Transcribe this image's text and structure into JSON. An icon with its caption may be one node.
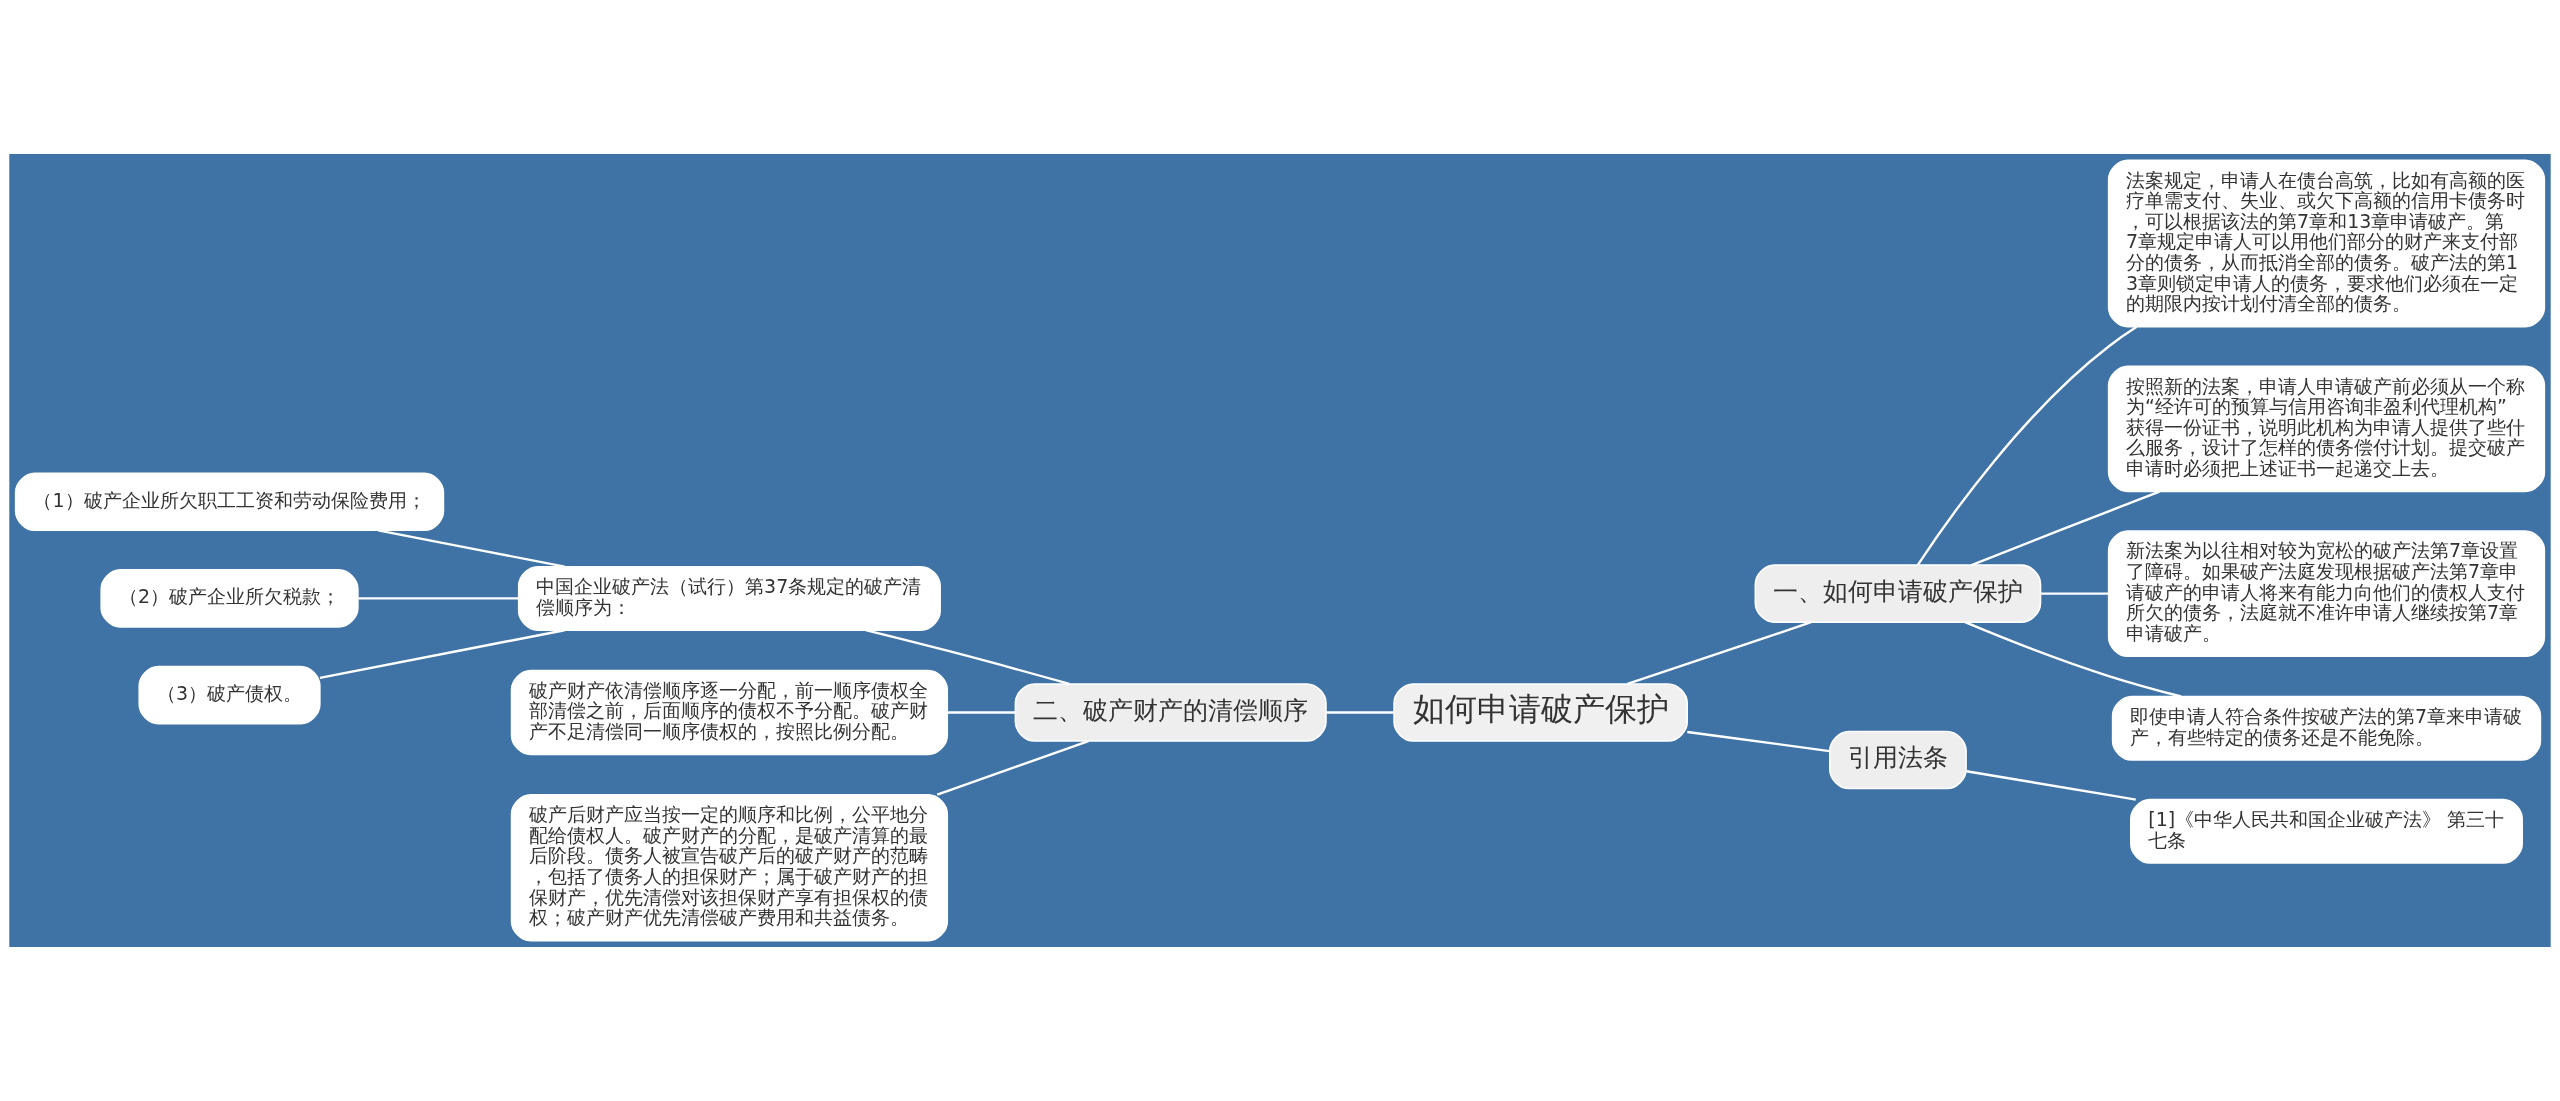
{
  "diagram": {
    "nodes": [
      {
        "text": [
          "如何申请破产保护"
        ]
      },
      {
        "text": [
          "一、如何申请破产保护"
        ]
      },
      {
        "text": [
          "法案规定，申请人在债台高筑，比如有高额的医疗单需支付、失业、或欠下高额的信用卡债务时，可以根据该法的第7章和13章申请破产。第7章规定申请人可以用他们部分的财产来支付部分的债务，从而抵消全部的债务。破产法的第13章则锁定申请人的债务，要求他们必须在一定的期限内按计划付清全部的债务。"
        ]
      },
      {
        "text": [
          "按照新的法案，申请人申请破产前必须从一个称为“经许可的预算与信用咨询非盈利代理机构”获得一份证书，说明此机构为申请人提供了些什么服务，设计了怎样的债务偿付计划。提交破产申请时必须把上述证书一起递交上去。"
        ]
      },
      {
        "text": [
          "新法案为以往相对较为宽松的破产法第7章设置了障碍。如果破产法庭发现根据破产法第7章申请破产的申请人将来有能力向他们的债权人支付所欠的债务，法庭就不准许申请人继续按第7章申请破产。"
        ]
      },
      {
        "text": [
          "即使申请人符合条件按破产法的第7章来申请破产，有些特定的债务还是不能免除。"
        ]
      },
      {
        "text": [
          "引用法条"
        ]
      },
      {
        "text": [
          "[1]《中华人民共和国企业破产法》 第三十七条"
        ]
      },
      {
        "text": [
          "二、破产财产的清偿顺序"
        ]
      },
      {
        "text": [
          "中国企业破产法（试行）第37条规定的破产清偿顺序为："
        ]
      },
      {
        "text": [
          "（1）破产企业所欠职工工资和劳动保险费用；"
        ]
      },
      {
        "text": [
          "（2）破产企业所欠税款；"
        ]
      },
      {
        "text": [
          "（3）破产债权。"
        ]
      },
      {
        "text": [
          "破产财产依清偿顺序逐一分配，前一顺序债权全部清偿之前，后面顺序的债权不予分配。破产财产不足清偿同一顺序债权的，按照比例分配。"
        ]
      },
      {
        "text": [
          "破产后财产应当按一定的顺序和比例，公平地分配给债权人。破产财产的分配，是破产清算的最后阶段。债务人被宣告破产后的破产财产的范畴，包括了债务人的担保财产；属于破产财产的担保财产，优先清偿对该担保财产享有担保权的债权；破产财产优先清偿破产费用和共益债务。"
        ]
      }
    ],
    "edges": [
      {
        "from": 0,
        "to": 1,
        "arrow": "none"
      },
      {
        "from": 1,
        "to": 2,
        "arrow": "none"
      },
      {
        "from": 1,
        "to": 3,
        "arrow": "none"
      },
      {
        "from": 1,
        "to": 4,
        "arrow": "none"
      },
      {
        "from": 1,
        "to": 5,
        "arrow": "none"
      },
      {
        "from": 0,
        "to": 6,
        "arrow": "none"
      },
      {
        "from": 6,
        "to": 7,
        "arrow": "none"
      },
      {
        "from": 8,
        "to": 0,
        "arrow": "none"
      },
      {
        "from": 9,
        "to": 8,
        "arrow": "none"
      },
      {
        "from": 10,
        "to": 9,
        "arrow": "none"
      },
      {
        "from": 11,
        "to": 9,
        "arrow": "none"
      },
      {
        "from": 12,
        "to": 9,
        "arrow": "none"
      },
      {
        "from": 13,
        "to": 8,
        "arrow": "none"
      },
      {
        "from": 14,
        "to": 8,
        "arrow": "none"
      }
    ]
  }
}
